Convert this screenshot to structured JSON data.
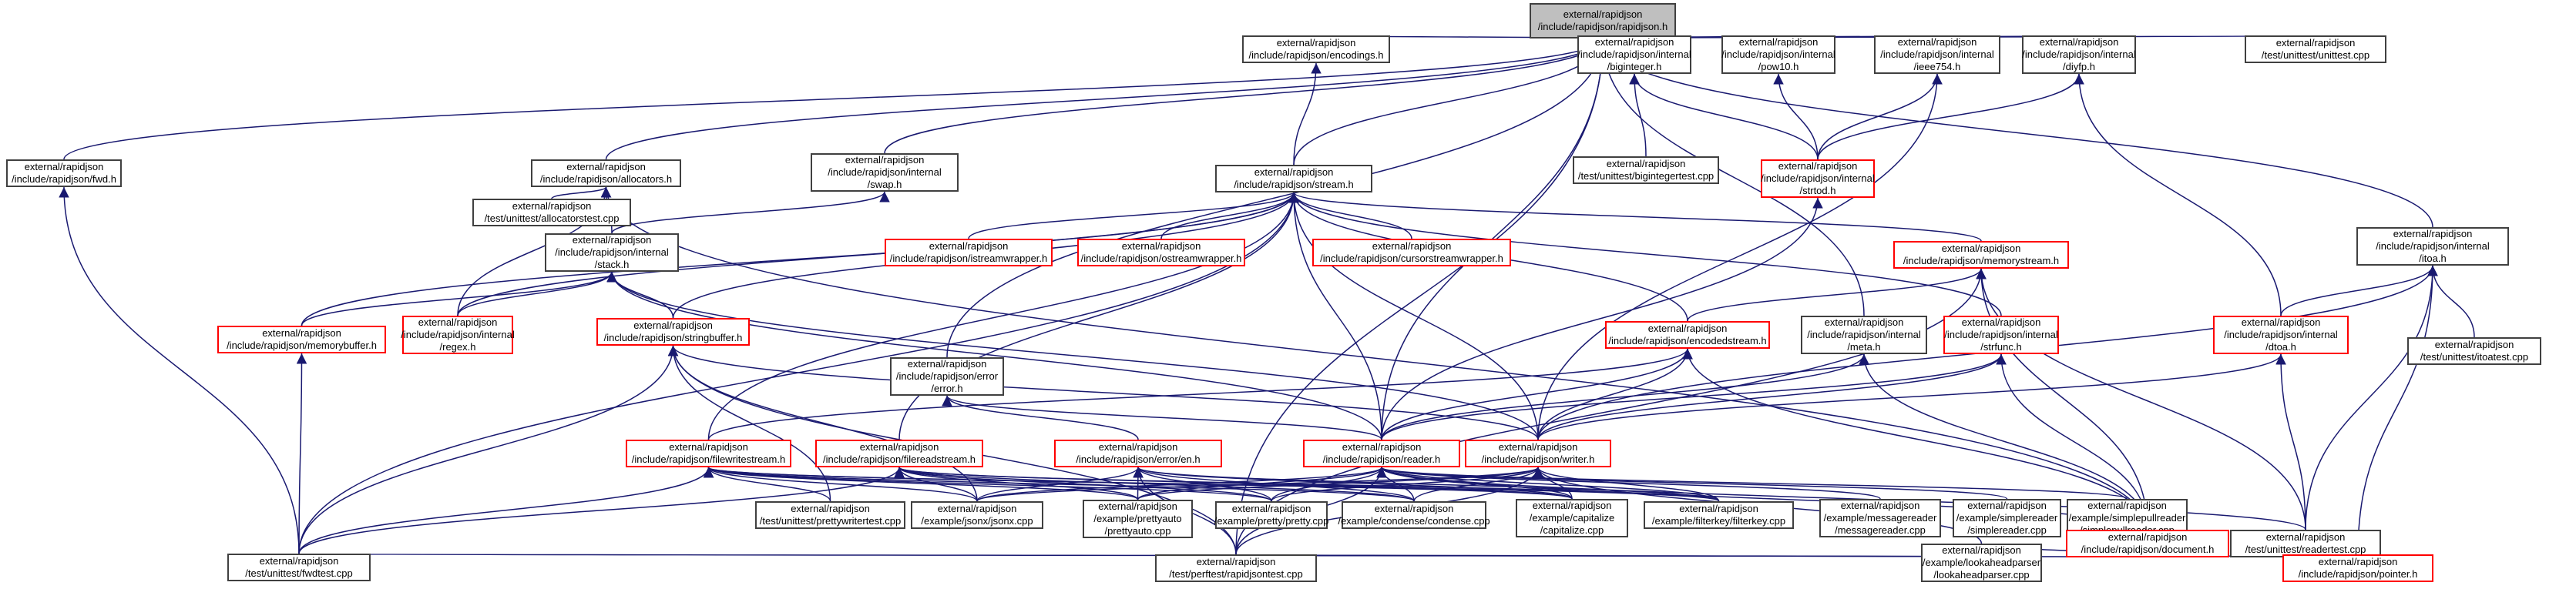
{
  "diagram": {
    "type": "include-dependency-graph",
    "colors": {
      "edge": "#191970",
      "box_border": "#404040",
      "incomplete_border": "#ff0000",
      "root_fill": "#bfbfbf"
    },
    "nodes": [
      {
        "id": "root",
        "lines": [
          "external/rapidjson",
          "/include/rapidjson/rapidjson.h"
        ],
        "kind": "root"
      },
      {
        "id": "fwd_h",
        "lines": [
          "external/rapidjson",
          "/include/rapidjson/fwd.h"
        ],
        "kind": "normal"
      },
      {
        "id": "allocators_h",
        "lines": [
          "external/rapidjson",
          "/include/rapidjson/allocators.h"
        ],
        "kind": "normal"
      },
      {
        "id": "swap_h",
        "lines": [
          "external/rapidjson",
          "/include/rapidjson/internal",
          "/swap.h"
        ],
        "kind": "normal"
      },
      {
        "id": "encodings_h",
        "lines": [
          "external/rapidjson",
          "/include/rapidjson/encodings.h"
        ],
        "kind": "normal"
      },
      {
        "id": "biginteger_h",
        "lines": [
          "external/rapidjson",
          "/include/rapidjson/internal",
          "/biginteger.h"
        ],
        "kind": "normal"
      },
      {
        "id": "pow10_h",
        "lines": [
          "external/rapidjson",
          "/include/rapidjson/internal",
          "/pow10.h"
        ],
        "kind": "normal"
      },
      {
        "id": "ieee754_h",
        "lines": [
          "external/rapidjson",
          "/include/rapidjson/internal",
          "/ieee754.h"
        ],
        "kind": "normal"
      },
      {
        "id": "diyfp_h",
        "lines": [
          "external/rapidjson",
          "/include/rapidjson/internal",
          "/diyfp.h"
        ],
        "kind": "normal"
      },
      {
        "id": "unittest_cpp",
        "lines": [
          "external/rapidjson",
          "/test/unittest/unittest.cpp"
        ],
        "kind": "normal"
      },
      {
        "id": "stream_h",
        "lines": [
          "external/rapidjson",
          "/include/rapidjson/stream.h"
        ],
        "kind": "normal"
      },
      {
        "id": "bigintegertest_cpp",
        "lines": [
          "external/rapidjson",
          "/test/unittest/bigintegertest.cpp"
        ],
        "kind": "normal"
      },
      {
        "id": "strtod_h",
        "lines": [
          "external/rapidjson",
          "/include/rapidjson/internal",
          "/strtod.h"
        ],
        "kind": "incomplete"
      },
      {
        "id": "allocatorstest_cpp",
        "lines": [
          "external/rapidjson",
          "/test/unittest/allocatorstest.cpp"
        ],
        "kind": "normal"
      },
      {
        "id": "stack_h",
        "lines": [
          "external/rapidjson",
          "/include/rapidjson/internal",
          "/stack.h"
        ],
        "kind": "normal"
      },
      {
        "id": "istreamwrapper_h",
        "lines": [
          "external/rapidjson",
          "/include/rapidjson/istreamwrapper.h"
        ],
        "kind": "incomplete"
      },
      {
        "id": "ostreamwrapper_h",
        "lines": [
          "external/rapidjson",
          "/include/rapidjson/ostreamwrapper.h"
        ],
        "kind": "incomplete"
      },
      {
        "id": "cursorstreamwrapper_h",
        "lines": [
          "external/rapidjson",
          "/include/rapidjson/cursorstreamwrapper.h"
        ],
        "kind": "incomplete"
      },
      {
        "id": "memorystream_h",
        "lines": [
          "external/rapidjson",
          "/include/rapidjson/memorystream.h"
        ],
        "kind": "incomplete"
      },
      {
        "id": "itoa_h",
        "lines": [
          "external/rapidjson",
          "/include/rapidjson/internal",
          "/itoa.h"
        ],
        "kind": "normal"
      },
      {
        "id": "memorybuffer_h",
        "lines": [
          "external/rapidjson",
          "/include/rapidjson/memorybuffer.h"
        ],
        "kind": "incomplete"
      },
      {
        "id": "regex_h",
        "lines": [
          "external/rapidjson",
          "/include/rapidjson/internal",
          "/regex.h"
        ],
        "kind": "incomplete"
      },
      {
        "id": "stringbuffer_h",
        "lines": [
          "external/rapidjson",
          "/include/rapidjson/stringbuffer.h"
        ],
        "kind": "incomplete"
      },
      {
        "id": "error_h",
        "lines": [
          "external/rapidjson",
          "/include/rapidjson/error",
          "/error.h"
        ],
        "kind": "normal"
      },
      {
        "id": "encodedstream_h",
        "lines": [
          "external/rapidjson",
          "/include/rapidjson/encodedstream.h"
        ],
        "kind": "incomplete"
      },
      {
        "id": "meta_h",
        "lines": [
          "external/rapidjson",
          "/include/rapidjson/internal",
          "/meta.h"
        ],
        "kind": "normal"
      },
      {
        "id": "strfunc_h",
        "lines": [
          "external/rapidjson",
          "/include/rapidjson/internal",
          "/strfunc.h"
        ],
        "kind": "incomplete"
      },
      {
        "id": "dtoa_h",
        "lines": [
          "external/rapidjson",
          "/include/rapidjson/internal",
          "/dtoa.h"
        ],
        "kind": "incomplete"
      },
      {
        "id": "itoatest_cpp",
        "lines": [
          "external/rapidjson",
          "/test/unittest/itoatest.cpp"
        ],
        "kind": "normal"
      },
      {
        "id": "filewritestream_h",
        "lines": [
          "external/rapidjson",
          "/include/rapidjson/filewritestream.h"
        ],
        "kind": "incomplete"
      },
      {
        "id": "filereadstream_h",
        "lines": [
          "external/rapidjson",
          "/include/rapidjson/filereadstream.h"
        ],
        "kind": "incomplete"
      },
      {
        "id": "error_en_h",
        "lines": [
          "external/rapidjson",
          "/include/rapidjson/error/en.h"
        ],
        "kind": "incomplete"
      },
      {
        "id": "reader_h",
        "lines": [
          "external/rapidjson",
          "/include/rapidjson/reader.h"
        ],
        "kind": "incomplete"
      },
      {
        "id": "writer_h",
        "lines": [
          "external/rapidjson",
          "/include/rapidjson/writer.h"
        ],
        "kind": "incomplete"
      },
      {
        "id": "prettywritertest_cpp",
        "lines": [
          "external/rapidjson",
          "/test/unittest/prettywritertest.cpp"
        ],
        "kind": "normal"
      },
      {
        "id": "jsonx_cpp",
        "lines": [
          "external/rapidjson",
          "/example/jsonx/jsonx.cpp"
        ],
        "kind": "normal"
      },
      {
        "id": "prettyauto_cpp",
        "lines": [
          "external/rapidjson",
          "/example/prettyauto",
          "/prettyauto.cpp"
        ],
        "kind": "normal"
      },
      {
        "id": "pretty_cpp",
        "lines": [
          "external/rapidjson",
          "/example/pretty/pretty.cpp"
        ],
        "kind": "normal"
      },
      {
        "id": "condense_cpp",
        "lines": [
          "external/rapidjson",
          "/example/condense/condense.cpp"
        ],
        "kind": "normal"
      },
      {
        "id": "capitalize_cpp",
        "lines": [
          "external/rapidjson",
          "/example/capitalize",
          "/capitalize.cpp"
        ],
        "kind": "normal"
      },
      {
        "id": "filterkey_cpp",
        "lines": [
          "external/rapidjson",
          "/example/filterkey/filterkey.cpp"
        ],
        "kind": "normal"
      },
      {
        "id": "messagereader_cpp",
        "lines": [
          "external/rapidjson",
          "/example/messagereader",
          "/messagereader.cpp"
        ],
        "kind": "normal"
      },
      {
        "id": "simplereader_cpp",
        "lines": [
          "external/rapidjson",
          "/example/simplereader",
          "/simplereader.cpp"
        ],
        "kind": "normal"
      },
      {
        "id": "simplepullreader_cpp",
        "lines": [
          "external/rapidjson",
          "/example/simplepullreader",
          "/simplepullreader.cpp"
        ],
        "kind": "normal"
      },
      {
        "id": "document_h",
        "lines": [
          "external/rapidjson",
          "/include/rapidjson/document.h"
        ],
        "kind": "incomplete"
      },
      {
        "id": "readertest_cpp",
        "lines": [
          "external/rapidjson",
          "/test/unittest/readertest.cpp"
        ],
        "kind": "normal"
      },
      {
        "id": "fwdtest_cpp",
        "lines": [
          "external/rapidjson",
          "/test/unittest/fwdtest.cpp"
        ],
        "kind": "normal"
      },
      {
        "id": "rapidjsontest_cpp",
        "lines": [
          "external/rapidjson",
          "/test/perftest/rapidjsontest.cpp"
        ],
        "kind": "normal"
      },
      {
        "id": "lookaheadparser_cpp",
        "lines": [
          "external/rapidjson",
          "/example/lookaheadparser",
          "/lookaheadparser.cpp"
        ],
        "kind": "normal"
      },
      {
        "id": "pointer_h",
        "lines": [
          "external/rapidjson",
          "/include/rapidjson/pointer.h"
        ],
        "kind": "incomplete"
      }
    ],
    "edges": [
      [
        "fwd_h",
        "root"
      ],
      [
        "allocators_h",
        "root"
      ],
      [
        "swap_h",
        "root"
      ],
      [
        "encodings_h",
        "root"
      ],
      [
        "biginteger_h",
        "root"
      ],
      [
        "pow10_h",
        "root"
      ],
      [
        "ieee754_h",
        "root"
      ],
      [
        "diyfp_h",
        "root"
      ],
      [
        "unittest_cpp",
        "root"
      ],
      [
        "stream_h",
        "root"
      ],
      [
        "itoa_h",
        "root"
      ],
      [
        "meta_h",
        "root"
      ],
      [
        "error_h",
        "root"
      ],
      [
        "rapidjsontest_cpp",
        "root"
      ],
      [
        "reader_h",
        "root"
      ],
      [
        "stream_h",
        "encodings_h"
      ],
      [
        "bigintegertest_cpp",
        "biginteger_h"
      ],
      [
        "strtod_h",
        "biginteger_h"
      ],
      [
        "strtod_h",
        "pow10_h"
      ],
      [
        "strtod_h",
        "ieee754_h"
      ],
      [
        "strtod_h",
        "diyfp_h"
      ],
      [
        "dtoa_h",
        "diyfp_h"
      ],
      [
        "writer_h",
        "ieee754_h"
      ],
      [
        "allocatorstest_cpp",
        "allocators_h"
      ],
      [
        "stack_h",
        "allocators_h"
      ],
      [
        "regex_h",
        "allocators_h"
      ],
      [
        "document_h",
        "allocators_h"
      ],
      [
        "stack_h",
        "swap_h"
      ],
      [
        "istreamwrapper_h",
        "stream_h"
      ],
      [
        "ostreamwrapper_h",
        "stream_h"
      ],
      [
        "cursorstreamwrapper_h",
        "stream_h"
      ],
      [
        "memorystream_h",
        "stream_h"
      ],
      [
        "memorybuffer_h",
        "stream_h"
      ],
      [
        "regex_h",
        "stream_h"
      ],
      [
        "stringbuffer_h",
        "stream_h"
      ],
      [
        "encodedstream_h",
        "stream_h"
      ],
      [
        "filewritestream_h",
        "stream_h"
      ],
      [
        "filereadstream_h",
        "stream_h"
      ],
      [
        "reader_h",
        "stream_h"
      ],
      [
        "writer_h",
        "stream_h"
      ],
      [
        "strfunc_h",
        "stream_h"
      ],
      [
        "fwdtest_cpp",
        "stream_h"
      ],
      [
        "stringbuffer_h",
        "stack_h"
      ],
      [
        "regex_h",
        "stack_h"
      ],
      [
        "memorybuffer_h",
        "stack_h"
      ],
      [
        "reader_h",
        "stack_h"
      ],
      [
        "writer_h",
        "stack_h"
      ],
      [
        "encodedstream_h",
        "memorystream_h"
      ],
      [
        "document_h",
        "memorystream_h"
      ],
      [
        "readertest_cpp",
        "memorystream_h"
      ],
      [
        "rapidjsontest_cpp",
        "memorystream_h"
      ],
      [
        "dtoa_h",
        "itoa_h"
      ],
      [
        "itoatest_cpp",
        "itoa_h"
      ],
      [
        "writer_h",
        "itoa_h"
      ],
      [
        "readertest_cpp",
        "itoa_h"
      ],
      [
        "pointer_h",
        "itoa_h"
      ],
      [
        "fwdtest_cpp",
        "memorybuffer_h"
      ],
      [
        "jsonx_cpp",
        "stringbuffer_h"
      ],
      [
        "prettywritertest_cpp",
        "stringbuffer_h"
      ],
      [
        "fwdtest_cpp",
        "stringbuffer_h"
      ],
      [
        "rapidjsontest_cpp",
        "stringbuffer_h"
      ],
      [
        "writer_h",
        "stringbuffer_h"
      ],
      [
        "error_en_h",
        "error_h"
      ],
      [
        "reader_h",
        "error_h"
      ],
      [
        "reader_h",
        "encodedstream_h"
      ],
      [
        "writer_h",
        "encodedstream_h"
      ],
      [
        "document_h",
        "encodedstream_h"
      ],
      [
        "filewritestream_h",
        "encodedstream_h"
      ],
      [
        "reader_h",
        "meta_h"
      ],
      [
        "document_h",
        "meta_h"
      ],
      [
        "reader_h",
        "strtod_h"
      ],
      [
        "writer_h",
        "strfunc_h"
      ],
      [
        "reader_h",
        "strfunc_h"
      ],
      [
        "document_h",
        "strfunc_h"
      ],
      [
        "writer_h",
        "dtoa_h"
      ],
      [
        "readertest_cpp",
        "dtoa_h"
      ],
      [
        "prettywritertest_cpp",
        "filewritestream_h"
      ],
      [
        "jsonx_cpp",
        "filewritestream_h"
      ],
      [
        "prettyauto_cpp",
        "filewritestream_h"
      ],
      [
        "pretty_cpp",
        "filewritestream_h"
      ],
      [
        "condense_cpp",
        "filewritestream_h"
      ],
      [
        "capitalize_cpp",
        "filewritestream_h"
      ],
      [
        "filterkey_cpp",
        "filewritestream_h"
      ],
      [
        "fwdtest_cpp",
        "filewritestream_h"
      ],
      [
        "jsonx_cpp",
        "filereadstream_h"
      ],
      [
        "prettyauto_cpp",
        "filereadstream_h"
      ],
      [
        "pretty_cpp",
        "filereadstream_h"
      ],
      [
        "condense_cpp",
        "filereadstream_h"
      ],
      [
        "capitalize_cpp",
        "filereadstream_h"
      ],
      [
        "filterkey_cpp",
        "filereadstream_h"
      ],
      [
        "fwdtest_cpp",
        "filereadstream_h"
      ],
      [
        "jsonx_cpp",
        "error_en_h"
      ],
      [
        "prettyauto_cpp",
        "error_en_h"
      ],
      [
        "pretty_cpp",
        "error_en_h"
      ],
      [
        "condense_cpp",
        "error_en_h"
      ],
      [
        "capitalize_cpp",
        "error_en_h"
      ],
      [
        "filterkey_cpp",
        "error_en_h"
      ],
      [
        "rapidjsontest_cpp",
        "error_en_h"
      ],
      [
        "jsonx_cpp",
        "reader_h"
      ],
      [
        "prettyauto_cpp",
        "reader_h"
      ],
      [
        "pretty_cpp",
        "reader_h"
      ],
      [
        "condense_cpp",
        "reader_h"
      ],
      [
        "capitalize_cpp",
        "reader_h"
      ],
      [
        "filterkey_cpp",
        "reader_h"
      ],
      [
        "messagereader_cpp",
        "reader_h"
      ],
      [
        "simplereader_cpp",
        "reader_h"
      ],
      [
        "simplepullreader_cpp",
        "reader_h"
      ],
      [
        "document_h",
        "reader_h"
      ],
      [
        "readertest_cpp",
        "reader_h"
      ],
      [
        "rapidjsontest_cpp",
        "reader_h"
      ],
      [
        "jsonx_cpp",
        "writer_h"
      ],
      [
        "prettyauto_cpp",
        "writer_h"
      ],
      [
        "pretty_cpp",
        "writer_h"
      ],
      [
        "condense_cpp",
        "writer_h"
      ],
      [
        "capitalize_cpp",
        "writer_h"
      ],
      [
        "filterkey_cpp",
        "writer_h"
      ],
      [
        "lookaheadparser_cpp",
        "writer_h"
      ],
      [
        "rapidjsontest_cpp",
        "writer_h"
      ],
      [
        "fwdtest_cpp",
        "document_h"
      ],
      [
        "rapidjsontest_cpp",
        "document_h"
      ],
      [
        "lookaheadparser_cpp",
        "document_h"
      ],
      [
        "pointer_h",
        "document_h"
      ],
      [
        "fwdtest_cpp",
        "fwd_h"
      ]
    ]
  }
}
